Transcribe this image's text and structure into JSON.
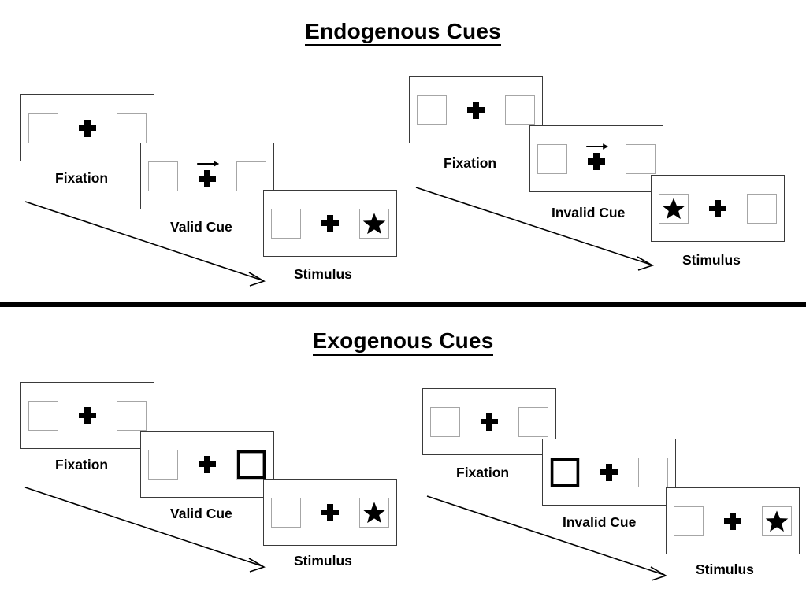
{
  "figure": {
    "title_endogenous": "Endogenous Cues",
    "title_exogenous": "Exogenous Cues",
    "colors": {
      "ink": "#000000",
      "panel_border": "#3a3a3a",
      "slot_border": "#a6a6a6",
      "background": "#ffffff"
    }
  },
  "sections": [
    {
      "id": "endogenous",
      "title": "Endogenous Cues",
      "columns": [
        {
          "id": "endogenous-valid",
          "panels": [
            {
              "caption": "Fixation",
              "cue": "none",
              "left_content": "empty",
              "right_content": "empty"
            },
            {
              "caption": "Valid Cue",
              "cue": "arrow-right",
              "left_content": "empty",
              "right_content": "empty"
            },
            {
              "caption": "Stimulus",
              "cue": "none",
              "left_content": "empty",
              "right_content": "star"
            }
          ]
        },
        {
          "id": "endogenous-invalid",
          "panels": [
            {
              "caption": "Fixation",
              "cue": "none",
              "left_content": "empty",
              "right_content": "empty"
            },
            {
              "caption": "Invalid Cue",
              "cue": "arrow-right",
              "left_content": "empty",
              "right_content": "empty"
            },
            {
              "caption": "Stimulus",
              "cue": "none",
              "left_content": "star",
              "right_content": "empty"
            }
          ]
        }
      ]
    },
    {
      "id": "exogenous",
      "title": "Exogenous Cues",
      "columns": [
        {
          "id": "exogenous-valid",
          "panels": [
            {
              "caption": "Fixation",
              "cue": "none",
              "left_content": "empty",
              "right_content": "empty"
            },
            {
              "caption": "Valid Cue",
              "cue": "box-flash-right",
              "left_content": "empty",
              "right_content": "empty"
            },
            {
              "caption": "Stimulus",
              "cue": "none",
              "left_content": "empty",
              "right_content": "star"
            }
          ]
        },
        {
          "id": "exogenous-invalid",
          "panels": [
            {
              "caption": "Fixation",
              "cue": "none",
              "left_content": "empty",
              "right_content": "empty"
            },
            {
              "caption": "Invalid Cue",
              "cue": "box-flash-left",
              "left_content": "empty",
              "right_content": "empty"
            },
            {
              "caption": "Stimulus",
              "cue": "none",
              "left_content": "empty",
              "right_content": "star"
            }
          ]
        }
      ]
    }
  ],
  "labels": {
    "fixation": "Fixation",
    "valid_cue": "Valid Cue",
    "invalid_cue": "Invalid Cue",
    "stimulus": "Stimulus"
  },
  "timeline_arrows": [
    {
      "id": "endogenous-valid-timeline",
      "direction": "down-right"
    },
    {
      "id": "endogenous-invalid-timeline",
      "direction": "down-right"
    },
    {
      "id": "exogenous-valid-timeline",
      "direction": "down-right"
    },
    {
      "id": "exogenous-invalid-timeline",
      "direction": "down-right"
    }
  ]
}
